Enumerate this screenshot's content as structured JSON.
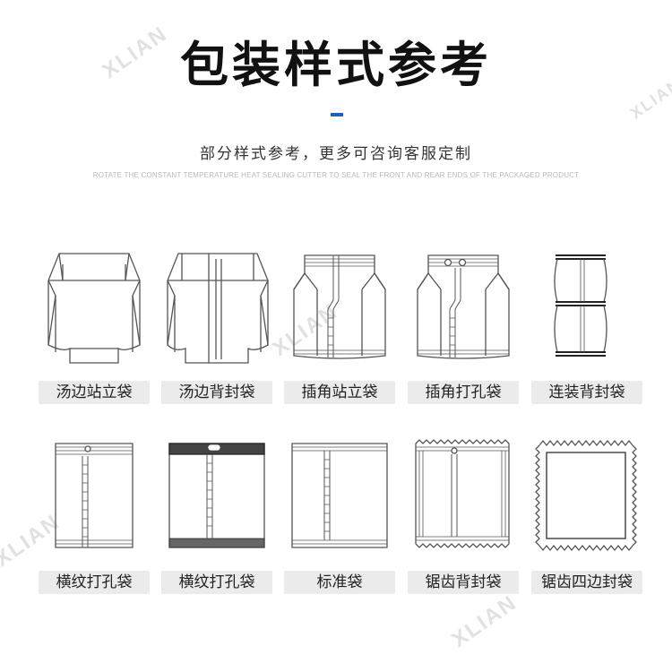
{
  "header": {
    "title": "包装样式参考",
    "subtitle": "部分样式参考，更多可咨询客服定制",
    "subtitle_en": "ROTATE THE CONSTANT TEMPERATURE HEAT SEALING CUTTER TO SEAL THE FRONT AND REAR ENDS OF THE PACKAGED PRODUCT",
    "accent_color": "#1e63b8"
  },
  "watermark": {
    "text": "XLIAN"
  },
  "bags": [
    {
      "label": "汤边站立袋",
      "icon": "gusset-stand-bag-icon"
    },
    {
      "label": "汤边背封袋",
      "icon": "gusset-back-seal-bag-icon"
    },
    {
      "label": "插角站立袋",
      "icon": "insert-corner-stand-bag-icon"
    },
    {
      "label": "插角打孔袋",
      "icon": "insert-corner-punched-bag-icon"
    },
    {
      "label": "连装背封袋",
      "icon": "connected-back-seal-bag-icon"
    },
    {
      "label": "横纹打孔袋",
      "icon": "striped-punched-bag-icon"
    },
    {
      "label": "横纹打孔袋",
      "icon": "striped-euro-hole-bag-icon"
    },
    {
      "label": "标准袋",
      "icon": "standard-bag-icon"
    },
    {
      "label": "锯齿背封袋",
      "icon": "serrated-back-seal-bag-icon"
    },
    {
      "label": "锯齿四边封袋",
      "icon": "serrated-four-side-seal-bag-icon"
    }
  ]
}
